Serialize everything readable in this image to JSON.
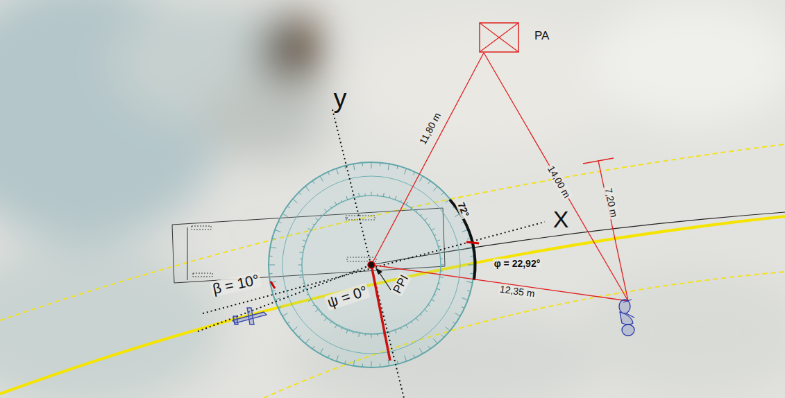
{
  "diagram": {
    "nodes": [
      {
        "text": [
          "PA"
        ]
      }
    ],
    "labels": [
      "y",
      "X",
      "11,80 m",
      "14,00 m",
      "7,20 m",
      "72°",
      "φ = 22,92°",
      "12,35 m",
      "β = 10°",
      "ψ = 0°",
      "PPI"
    ]
  }
}
